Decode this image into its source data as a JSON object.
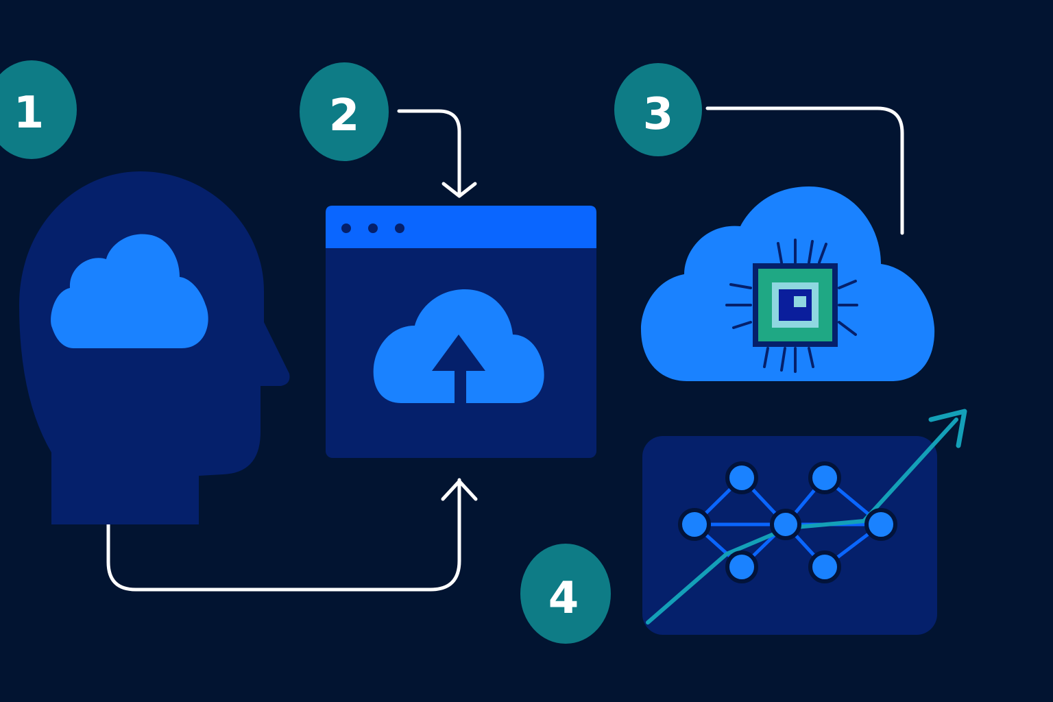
{
  "steps": [
    {
      "label": "1"
    },
    {
      "label": "2"
    },
    {
      "label": "3"
    },
    {
      "label": "4"
    }
  ],
  "colors": {
    "background": "#021431",
    "badge": "#0e7c86",
    "navy_panel": "#05206b",
    "bright_blue": "#1a82ff",
    "titlebar_blue": "#0a66ff",
    "connector": "#ffffff",
    "trend_teal": "#14a0b8",
    "chip_green": "#1fa884"
  },
  "icons": [
    "head-with-cloud-icon",
    "browser-window-upload-icon",
    "cloud-chip-icon",
    "network-growth-icon"
  ]
}
